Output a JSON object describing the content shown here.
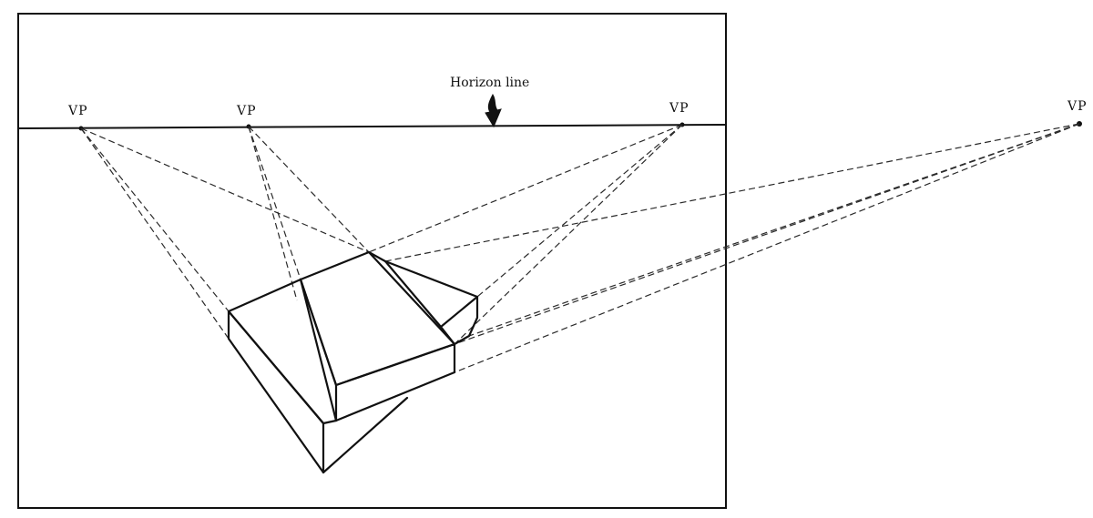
{
  "labels": {
    "horizon": "Horizon line",
    "vp1": "VP",
    "vp2": "VP",
    "vp3": "VP",
    "vp4": "VP"
  }
}
